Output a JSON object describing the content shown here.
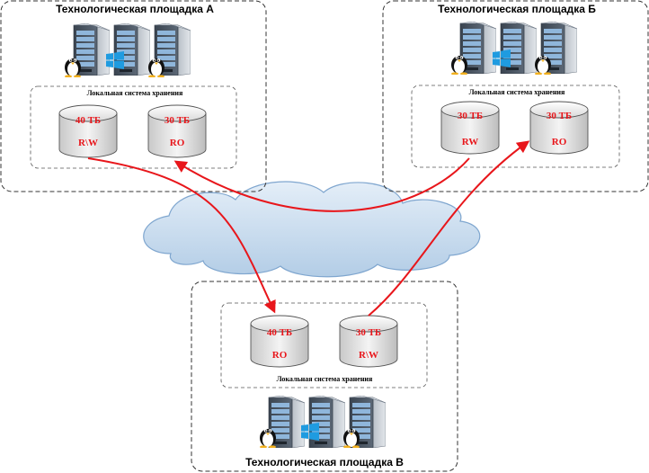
{
  "sites": {
    "a": {
      "title": "Технологическая площадка А",
      "storage_label": "Локальная система хранения",
      "disks": [
        {
          "size": "40 ТБ",
          "mode": "R\\W"
        },
        {
          "size": "30 ТБ",
          "mode": "RO"
        }
      ]
    },
    "b": {
      "title": "Технологическая площадка Б",
      "storage_label": "Локальная система хранения",
      "disks": [
        {
          "size": "30 ТБ",
          "mode": "RW"
        },
        {
          "size": "30 ТБ",
          "mode": "RO"
        }
      ]
    },
    "c": {
      "title": "Технологическая площадка В",
      "storage_label": "Локальная система хранения",
      "disks": [
        {
          "size": "40 ТБ",
          "mode": "RO"
        },
        {
          "size": "30 ТБ",
          "mode": "R\\W"
        }
      ]
    }
  },
  "colors": {
    "arrow": "#e8161b",
    "cloud_fill": "#c6dbef",
    "cloud_stroke": "#8fb3d6",
    "disk_text": "#e8161b"
  },
  "icons": [
    "server-rack-icon",
    "linux-penguin-icon",
    "windows-logo-icon",
    "cloud-icon",
    "storage-disk-icon"
  ]
}
